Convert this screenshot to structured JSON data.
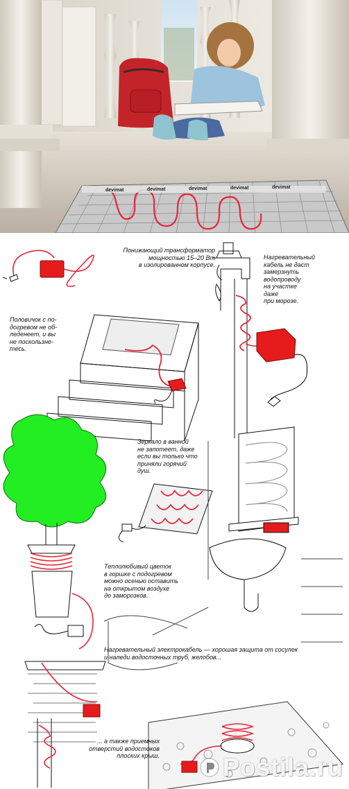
{
  "photo": {
    "mat_brand_labels": [
      "devimat",
      "devimat",
      "devimat",
      "devimat",
      "devimat"
    ]
  },
  "captions": {
    "transformer": "Понижающий трансформатор\nмощностью 15–20 Вт\nв изолированном корпусе.",
    "pipe": "Нагревательный\nкабель не даст\nзамерзнуть\nводопроводу\nна участке\nдаже\nпри морозе.",
    "mat": "Половичок с по-\nдогревом не об-\nледенеет, и вы\nне поскользне-\nтесь.",
    "mirror": "Зеркало в ванной\nне запотеет, даже\nесли вы только что\nприняли горячий\nдуш.",
    "plant": "Теплолюбивый цветок\nв горшке с подогревом\nможно осенью оставить\nна открытом воздухе\nдо заморозков.",
    "gutter": "Нагревательный электрокабель — хорошая защита от сосулек\nи наледи водосточных труб, желобов...",
    "roof": "... а также приемных\nотверстий водостоков\nплоских крыш."
  },
  "watermark": "Postila.ru",
  "colors": {
    "cable": "#e8253a",
    "transformer": "#e61c1c",
    "plant": "#22ee22",
    "mat_grid": "#8a8a8a"
  }
}
